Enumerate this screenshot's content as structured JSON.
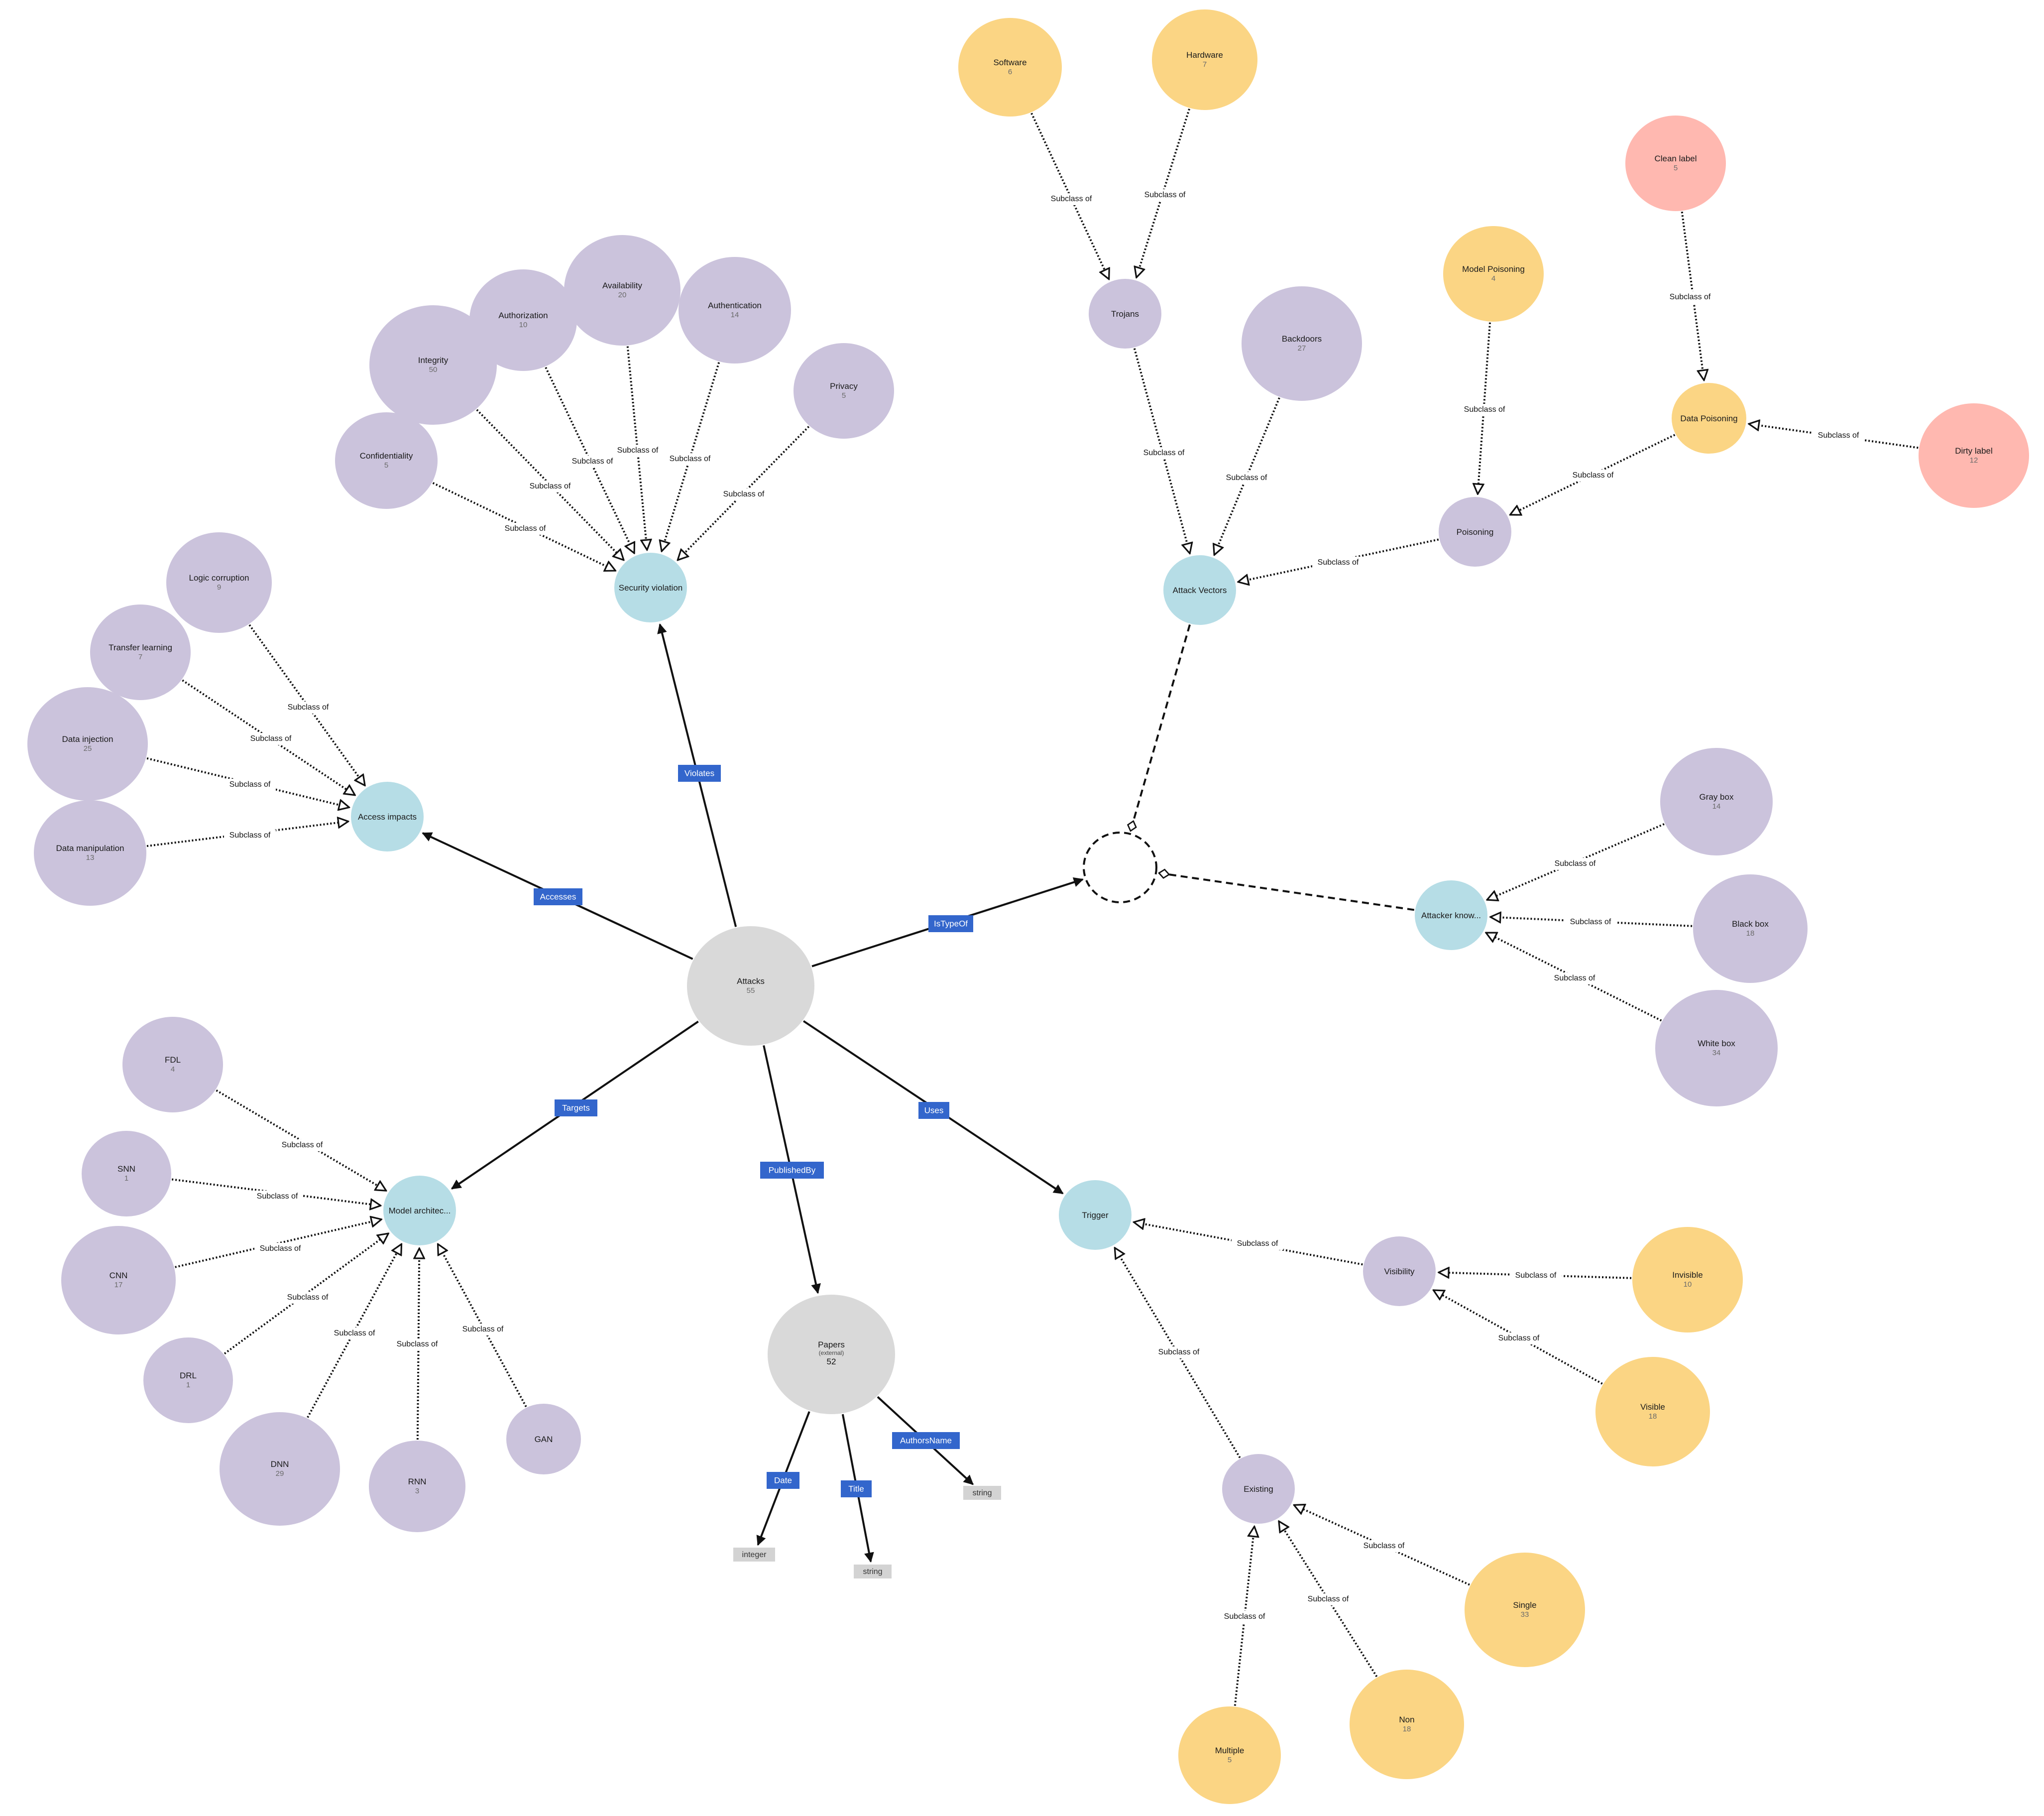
{
  "colors": {
    "grey": "#d9d9d9",
    "purple": "#cbc3dc",
    "blue": "#b6dde6",
    "orange": "#fbd584",
    "pink": "#ffb8b0",
    "tag": "#3366cc",
    "datatype": "#d3d3d3"
  },
  "edge_label": "Subclass of",
  "nodes": {
    "attacks": {
      "label": "Attacks",
      "count": "55"
    },
    "papers": {
      "label": "Papers",
      "sub": "(external)",
      "count": "52"
    },
    "security_violation": {
      "label": "Security violation"
    },
    "access_impacts": {
      "label": "Access impacts"
    },
    "model_arch": {
      "label": "Model architec..."
    },
    "trigger": {
      "label": "Trigger"
    },
    "attack_vectors": {
      "label": "Attack Vectors"
    },
    "attacker_knowledge": {
      "label": "Attacker know..."
    },
    "integrity": {
      "label": "Integrity",
      "count": "50"
    },
    "authorization": {
      "label": "Authorization",
      "count": "10"
    },
    "availability": {
      "label": "Availability",
      "count": "20"
    },
    "authentication": {
      "label": "Authentication",
      "count": "14"
    },
    "privacy": {
      "label": "Privacy",
      "count": "5"
    },
    "confidentiality": {
      "label": "Confidentiality",
      "count": "5"
    },
    "logic_corruption": {
      "label": "Logic corruption",
      "count": "9"
    },
    "transfer_learning": {
      "label": "Transfer learning",
      "count": "7"
    },
    "data_injection": {
      "label": "Data injection",
      "count": "25"
    },
    "data_manipulation": {
      "label": "Data manipulation",
      "count": "13"
    },
    "fdl": {
      "label": "FDL",
      "count": "4"
    },
    "snn": {
      "label": "SNN",
      "count": "1"
    },
    "cnn": {
      "label": "CNN",
      "count": "17"
    },
    "drl": {
      "label": "DRL",
      "count": "1"
    },
    "dnn": {
      "label": "DNN",
      "count": "29"
    },
    "rnn": {
      "label": "RNN",
      "count": "3"
    },
    "gan": {
      "label": "GAN"
    },
    "software": {
      "label": "Software",
      "count": "6"
    },
    "hardware": {
      "label": "Hardware",
      "count": "7"
    },
    "trojans": {
      "label": "Trojans"
    },
    "backdoors": {
      "label": "Backdoors",
      "count": "27"
    },
    "model_poisoning": {
      "label": "Model Poisoning",
      "count": "4"
    },
    "clean_label": {
      "label": "Clean label",
      "count": "5"
    },
    "data_poisoning": {
      "label": "Data Poisoning"
    },
    "dirty_label": {
      "label": "Dirty label",
      "count": "12"
    },
    "poisoning": {
      "label": "Poisoning"
    },
    "gray_box": {
      "label": "Gray box",
      "count": "14"
    },
    "black_box": {
      "label": "Black box",
      "count": "18"
    },
    "white_box": {
      "label": "White box",
      "count": "34"
    },
    "visibility": {
      "label": "Visibility"
    },
    "invisible": {
      "label": "Invisible",
      "count": "10"
    },
    "visible": {
      "label": "Visible",
      "count": "18"
    },
    "existing": {
      "label": "Existing"
    },
    "single": {
      "label": "Single",
      "count": "33"
    },
    "non": {
      "label": "Non",
      "count": "18"
    },
    "multiple": {
      "label": "Multiple",
      "count": "5"
    }
  },
  "relations": {
    "violates": "Violates",
    "accesses": "Accesses",
    "is_type_of": "IsTypeOf",
    "targets": "Targets",
    "published_by": "PublishedBy",
    "uses": "Uses",
    "date": "Date",
    "title": "Title",
    "authors_name": "AuthorsName"
  },
  "datatypes": {
    "integer": "integer",
    "string_title": "string",
    "string_authors": "string"
  }
}
